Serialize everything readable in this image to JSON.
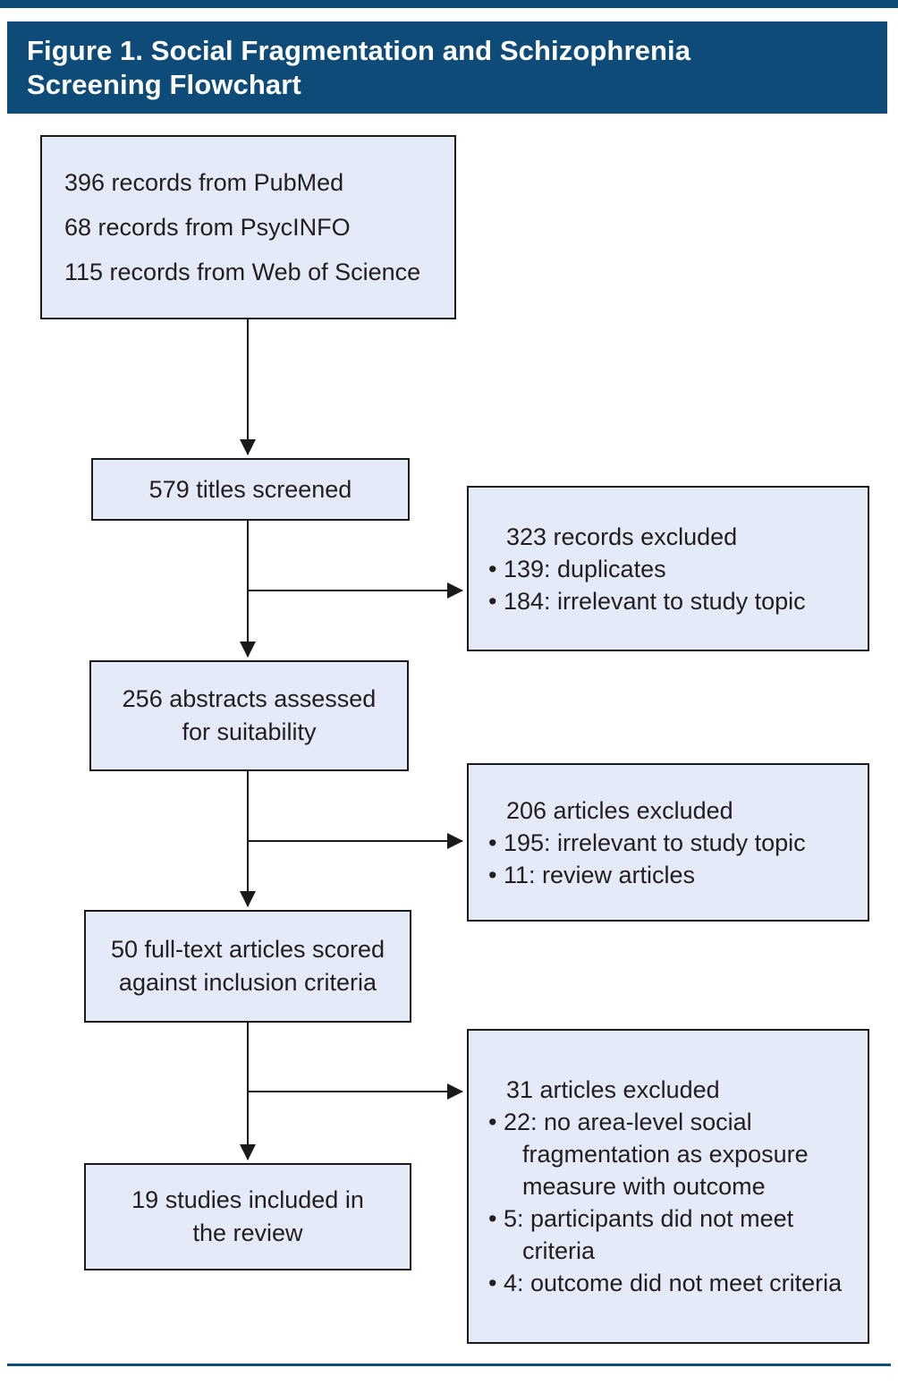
{
  "figure": {
    "title_line1": "Figure 1. Social Fragmentation and Schizophrenia",
    "title_line2": "Screening Flowchart"
  },
  "colors": {
    "banner_navy": "#0E4B78",
    "node_fill": "#E4EAF8",
    "node_border": "#1A1A1A",
    "arrow": "#1A1A1A",
    "text": "#231F20"
  },
  "flowchart": {
    "sources": {
      "lines": [
        "396 records from PubMed",
        "68 records from PsycINFO",
        "115 records from Web of Science"
      ]
    },
    "titles_screened": {
      "label": "579 titles screened"
    },
    "abstracts_assessed": {
      "line1": "256 abstracts assessed",
      "line2": "for suitability"
    },
    "fulltext_scored": {
      "line1": "50 full-text articles scored",
      "line2": "against inclusion criteria"
    },
    "studies_included": {
      "line1": "19 studies included in",
      "line2": "the review"
    },
    "excluded_titles": {
      "header": "323 records excluded",
      "bullets": [
        "• 139: duplicates",
        "• 184: irrelevant to study topic"
      ]
    },
    "excluded_abstracts": {
      "header": "206 articles excluded",
      "bullets": [
        "• 195: irrelevant to study topic",
        "• 11: review articles"
      ]
    },
    "excluded_fulltext": {
      "header": "31 articles excluded",
      "bullets": [
        "• 22: no area-level social fragmentation as exposure measure with outcome",
        "• 5: participants did not meet criteria",
        "• 4: outcome did not meet criteria"
      ]
    }
  }
}
